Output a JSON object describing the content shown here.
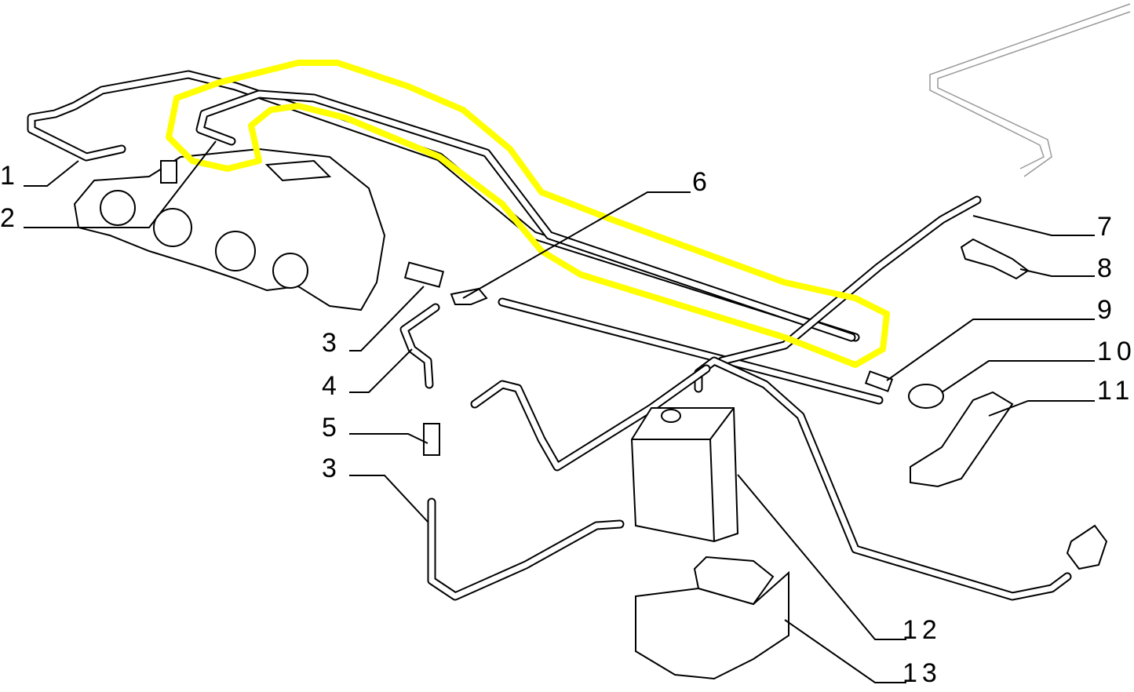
{
  "diagram": {
    "callouts": [
      {
        "id": "c1",
        "text": "1"
      },
      {
        "id": "c2",
        "text": "2"
      },
      {
        "id": "c3a",
        "text": "3"
      },
      {
        "id": "c4",
        "text": "4"
      },
      {
        "id": "c5",
        "text": "5"
      },
      {
        "id": "c3b",
        "text": "3"
      },
      {
        "id": "c6",
        "text": "6"
      },
      {
        "id": "c7",
        "text": "7"
      },
      {
        "id": "c8",
        "text": "8"
      },
      {
        "id": "c9",
        "text": "9"
      },
      {
        "id": "c10",
        "text": "10"
      },
      {
        "id": "c11",
        "text": "11"
      },
      {
        "id": "c12",
        "text": "12"
      },
      {
        "id": "c13",
        "text": "13"
      }
    ],
    "highlight_color": "#ffff00"
  }
}
